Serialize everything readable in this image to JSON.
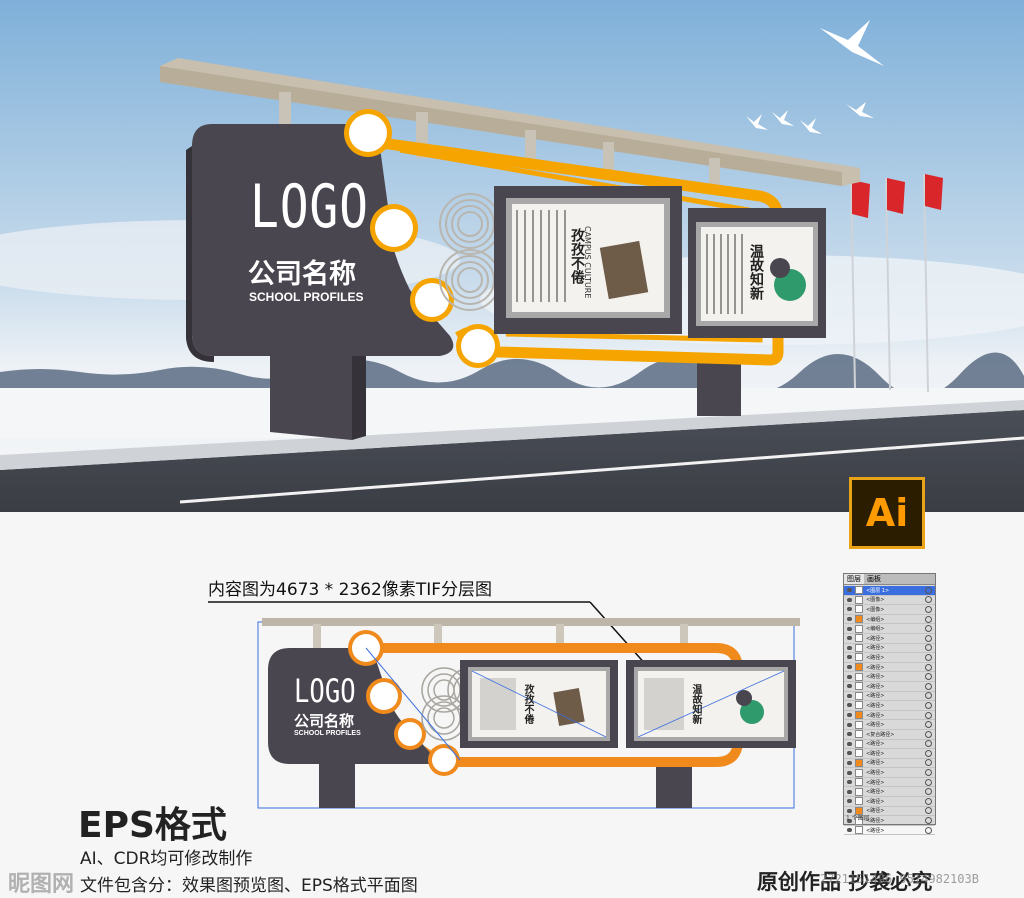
{
  "sign": {
    "logo": "LOGO",
    "company": "公司名称",
    "subtitle": "SCHOOL PROFILES",
    "panel1_vertical": "孜孜不倦",
    "panel1_caption": "CAMPUS CULTURE",
    "panel2_vertical": "温故知新"
  },
  "badge": {
    "label": "Ai"
  },
  "annotation": {
    "text": "内容图为4673 * 2362像素TIF分层图"
  },
  "format": {
    "title": "EPS格式",
    "line1": "AI、CDR均可修改制作",
    "line2": "文件包含分：效果图预览图、EPS格式平面图"
  },
  "footer": {
    "original": "原创作品 抄袭必究",
    "watermark_left": "昵图网",
    "watermark_right": "2721151496 9514982103B"
  },
  "layers": {
    "tab1": "图层",
    "tab2": "画板",
    "rows": [
      "<图层 1>",
      "<图像>",
      "<图像>",
      "<编组>",
      "<编组>",
      "<路径>",
      "<路径>",
      "<路径>",
      "<路径>",
      "<路径>",
      "<路径>",
      "<路径>",
      "<路径>",
      "<路径>",
      "<路径>",
      "<复合路径>",
      "<路径>",
      "<路径>",
      "<路径>",
      "<路径>",
      "<路径>",
      "<路径>",
      "<路径>",
      "<路径>",
      "<路径>",
      "<路径>"
    ],
    "footer": "1 个图层"
  },
  "colors": {
    "orange": "#f5a400",
    "dark_board": "#4a4650",
    "ai_orange": "#ff9a00",
    "flag_red": "#d9262b"
  }
}
